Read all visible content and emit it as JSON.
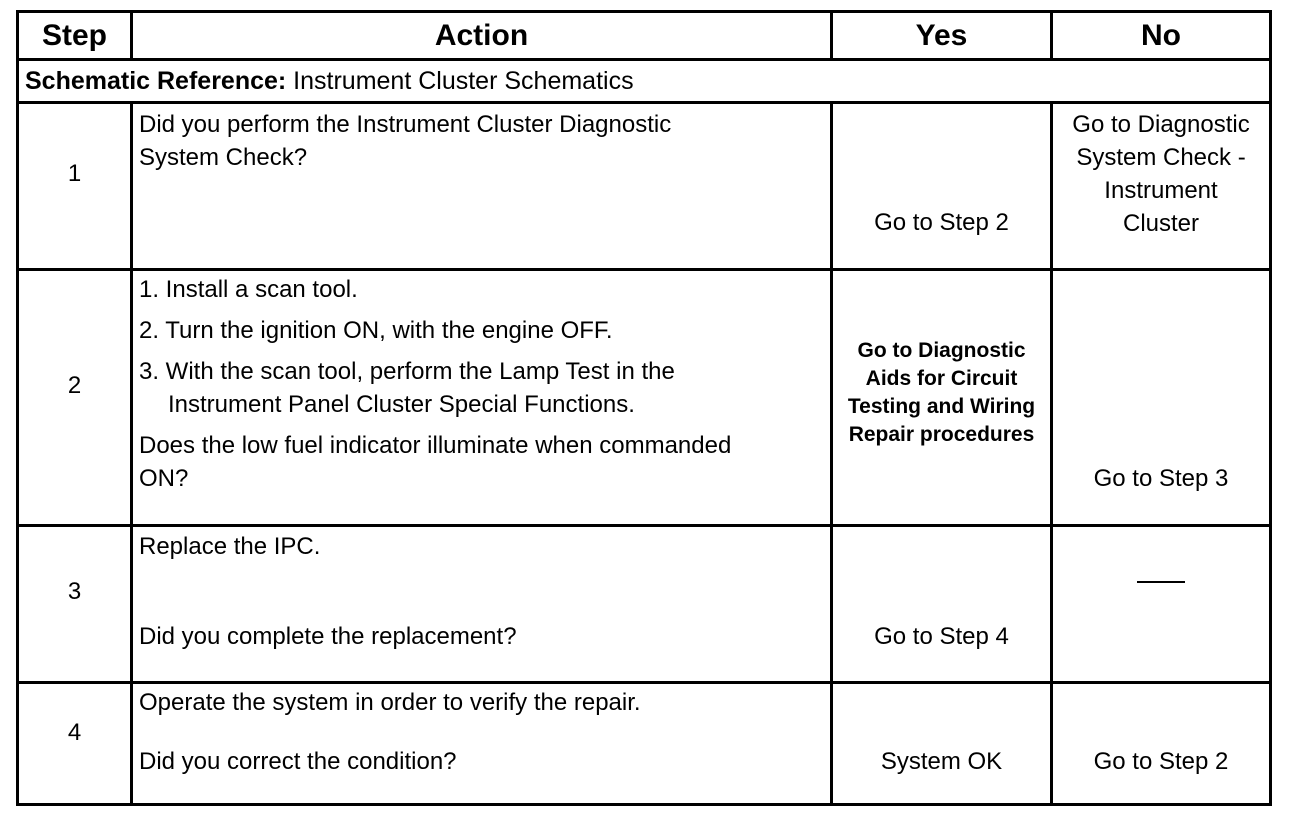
{
  "headers": {
    "step": "Step",
    "action": "Action",
    "yes": "Yes",
    "no": "No"
  },
  "schematic": {
    "label": "Schematic Reference:",
    "value": " Instrument Cluster Schematics"
  },
  "rows": [
    {
      "step": "1",
      "action_lines": [
        "Did you perform the Instrument Cluster Diagnostic",
        "System Check?"
      ],
      "yes": "Go to Step 2",
      "no_lines": [
        "Go to Diagnostic",
        "System Check -",
        "Instrument",
        "Cluster"
      ]
    },
    {
      "step": "2",
      "items": [
        "1. Install a scan tool.",
        "2. Turn the ignition ON, with the engine OFF.",
        "3. With the scan tool, perform the Lamp Test in the",
        "Instrument Panel Cluster Special Functions."
      ],
      "question_lines": [
        "Does the low fuel indicator illuminate when commanded",
        "ON?"
      ],
      "yes_lines": [
        "Go to Diagnostic",
        "Aids for Circuit",
        "Testing and Wiring",
        "Repair procedures"
      ],
      "no": "Go to Step 3"
    },
    {
      "step": "3",
      "action": "Replace the IPC.",
      "question": "Did you complete the replacement?",
      "yes": "Go to Step 4",
      "no": "—"
    },
    {
      "step": "4",
      "action": "Operate the system in order to verify the repair.",
      "question": "Did you correct the condition?",
      "yes": "System OK",
      "no": "Go to Step 2"
    }
  ]
}
